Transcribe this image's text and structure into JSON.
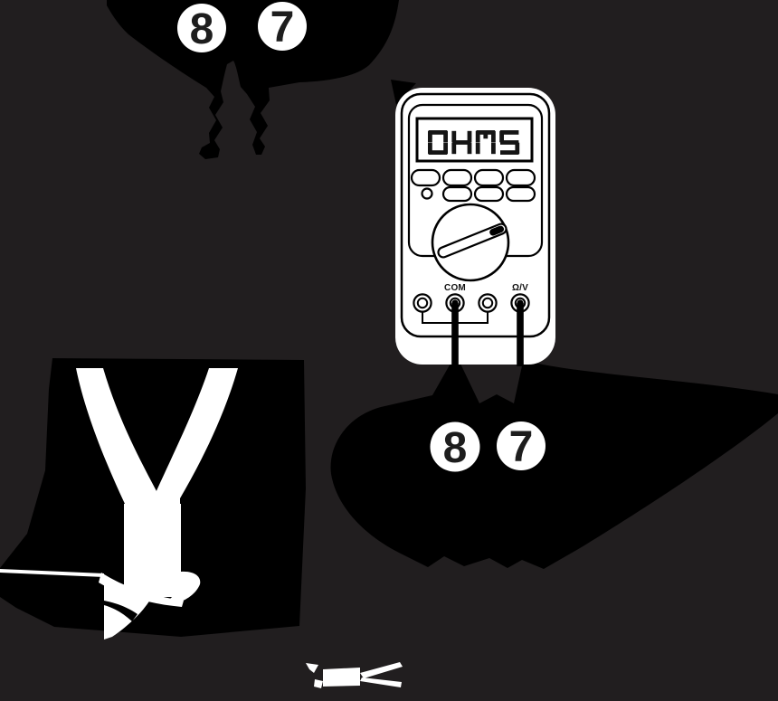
{
  "colors": {
    "background": "#211e1f",
    "silhouette": "#000000",
    "artwork_white": "#ffffff",
    "ink_black": "#151515"
  },
  "figure": {
    "meter": {
      "display_value": "OHMS",
      "terminals": {
        "com_label": "COM",
        "ohm_v_label": "Ω/V"
      }
    },
    "callouts": {
      "top_left": [
        "8",
        "7"
      ],
      "below_meter": [
        "8",
        "7"
      ]
    }
  }
}
